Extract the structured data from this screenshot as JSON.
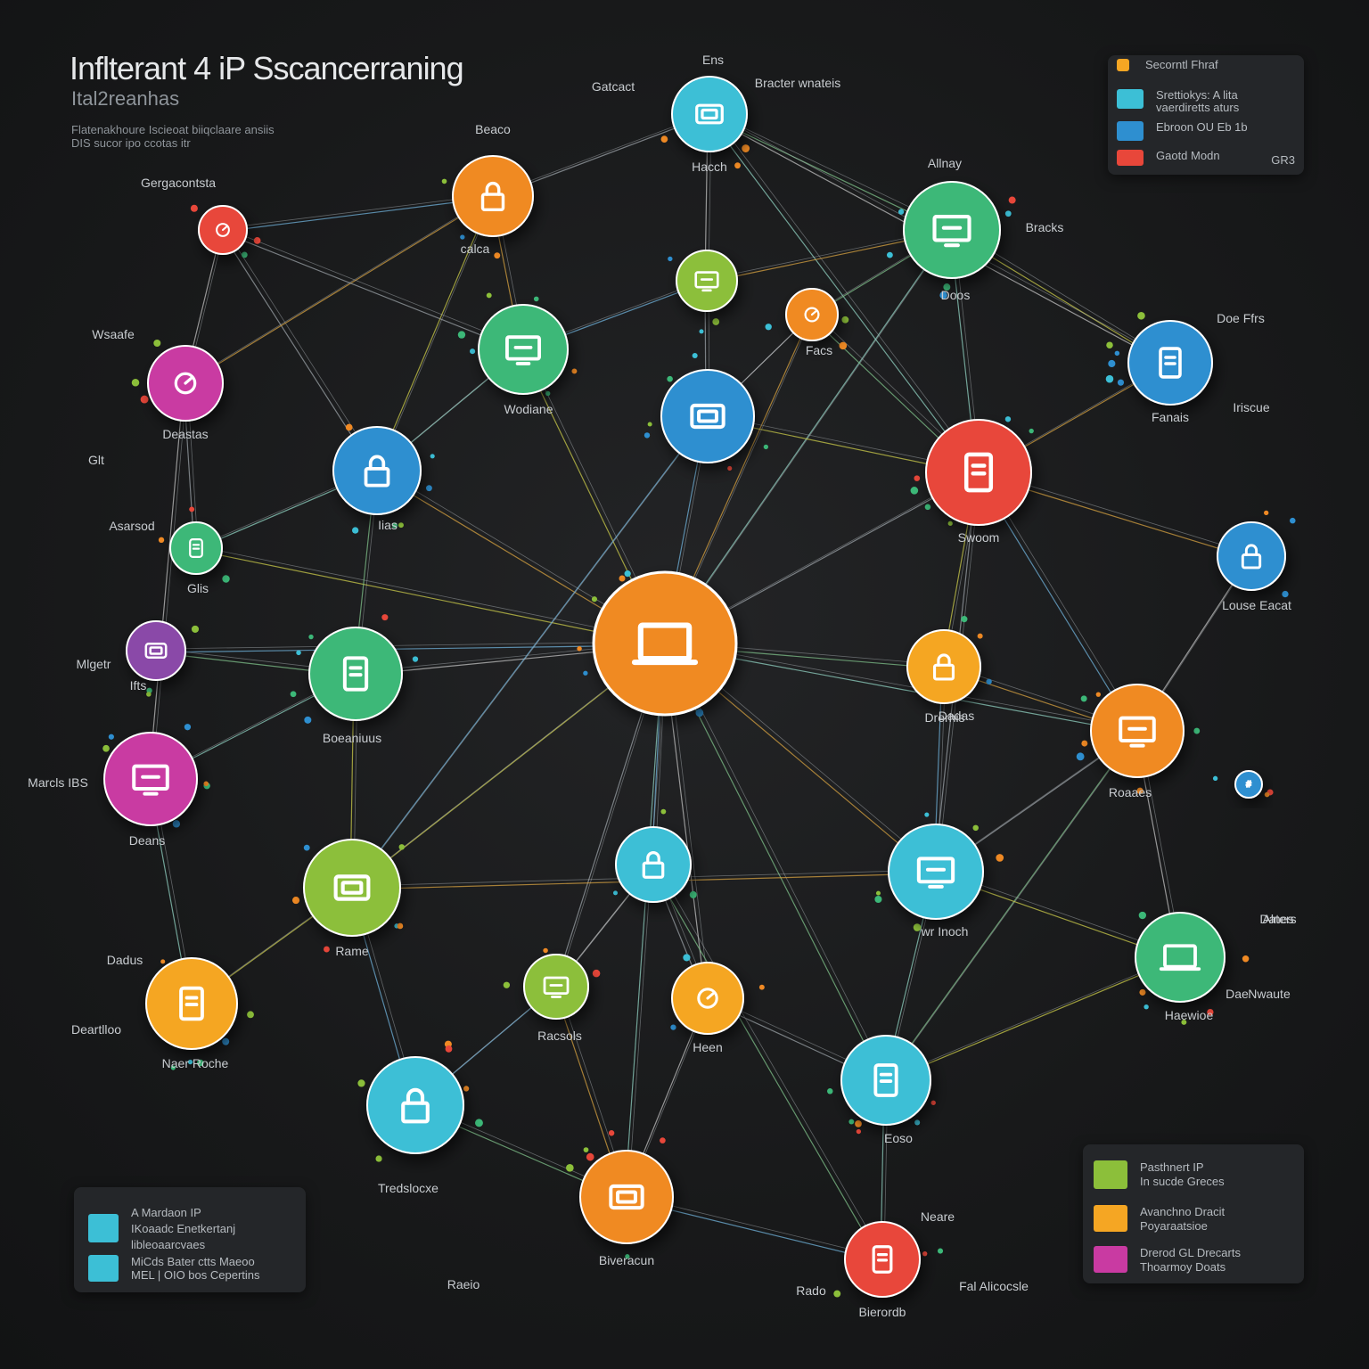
{
  "header": {
    "title": "Inflterant 4 iP Sscancerraning",
    "subtitle": "Ital2reanhas",
    "description_lines": [
      "Flatenakhoure Iscieoat biiqclaare ansiis",
      "DIS sucor ipo ccotas itr"
    ]
  },
  "colors": {
    "background": "#161718",
    "orange": "#f08a24",
    "cyan": "#3cbfd6",
    "blue": "#2e8fd0",
    "green": "#3cb878",
    "lime": "#8cbf3a",
    "red": "#e8473a",
    "magenta": "#c93aa2",
    "purple": "#8a4aa8",
    "amber": "#f5a623"
  },
  "legend_top_right": {
    "items": [
      {
        "label": "Secorntl Fhraf",
        "color": "#f5a623"
      },
      {
        "label": "Srettiokys: A lita\nvaerdiretts aturs",
        "color": "#3cbfd6"
      },
      {
        "label": "Ebroon OU Eb 1b",
        "color": "#2e8fd0"
      },
      {
        "label": "Gaotd Modn",
        "color": "#e8473a"
      }
    ],
    "extra": "GR3"
  },
  "legend_bottom_left": {
    "items": [
      {
        "label": "A Mardaon IP\nIKoaadc Enetkertanj\nlibleoaarcvaes",
        "color": "#3cbfd6"
      },
      {
        "label": "MiCds Bater ctts Maeoo\nMEL | OIO bos Cepertins",
        "color": "#3cbfd6"
      }
    ]
  },
  "legend_bottom_right": {
    "items": [
      {
        "label": "Pasthnert IP\nIn sucde Greces",
        "color": "#8cbf3a"
      },
      {
        "label": "Avanchno Dracit\nPoyaraatsioe",
        "color": "#f5a623"
      },
      {
        "label": "Drerod GL Drecarts\nThoarmoy Doats",
        "color": "#c93aa2"
      }
    ]
  },
  "nodes": [
    {
      "id": "hub",
      "color": "orange",
      "icon": "laptop-icon",
      "label": ""
    },
    {
      "id": "n1",
      "color": "cyan",
      "icon": "device-icon",
      "label": "Hacch"
    },
    {
      "id": "n2",
      "color": "orange",
      "icon": "lock-icon",
      "label": "calca"
    },
    {
      "id": "n3",
      "color": "red",
      "icon": "apple-icon",
      "label": ""
    },
    {
      "id": "n4",
      "color": "green",
      "icon": "monitor-icon",
      "label": ""
    },
    {
      "id": "n5",
      "color": "lime",
      "icon": "screen-icon",
      "label": ""
    },
    {
      "id": "n6",
      "color": "orange",
      "icon": "gauge-icon",
      "label": "Facs"
    },
    {
      "id": "n7",
      "color": "green",
      "icon": "display-icon",
      "label": "Wodiane"
    },
    {
      "id": "n8",
      "color": "blue",
      "icon": "server-icon",
      "label": ""
    },
    {
      "id": "n9",
      "color": "blue",
      "icon": "archive-icon",
      "label": "Fanais"
    },
    {
      "id": "n10",
      "color": "magenta",
      "icon": "chat-icon",
      "label": "Deastas"
    },
    {
      "id": "n11",
      "color": "blue",
      "icon": "lock-icon",
      "label": "Iias"
    },
    {
      "id": "n12",
      "color": "red",
      "icon": "phone-icon",
      "label": "Swoom"
    },
    {
      "id": "n13",
      "color": "green",
      "icon": "tablet-icon",
      "label": "Glis"
    },
    {
      "id": "n14",
      "color": "blue",
      "icon": "lock-icon",
      "label": "Louse Eacat"
    },
    {
      "id": "n15",
      "color": "purple",
      "icon": "router-icon",
      "label": "Ifts"
    },
    {
      "id": "n16",
      "color": "green",
      "icon": "document-icon",
      "label": "Boeaniuus"
    },
    {
      "id": "n17",
      "color": "amber",
      "icon": "lock-icon",
      "label": "Dadas"
    },
    {
      "id": "n18",
      "color": "orange",
      "icon": "screen-icon",
      "label": "Roaaes"
    },
    {
      "id": "n19",
      "color": "magenta",
      "icon": "monitor-icon",
      "label": "Deans"
    },
    {
      "id": "n20",
      "color": "blue",
      "icon": "hash-icon",
      "label": ""
    },
    {
      "id": "n21",
      "color": "lime",
      "icon": "printer-icon",
      "label": "Rame"
    },
    {
      "id": "n22",
      "color": "cyan",
      "icon": "lock-icon",
      "label": ""
    },
    {
      "id": "n23",
      "color": "cyan",
      "icon": "display-icon",
      "label": "wr Inoch"
    },
    {
      "id": "n24",
      "color": "green",
      "icon": "laptop-icon",
      "label": "Haewioe"
    },
    {
      "id": "n25",
      "color": "amber",
      "icon": "file-icon",
      "label": "Naer Roche"
    },
    {
      "id": "n26",
      "color": "lime",
      "icon": "monitor-icon",
      "label": "Racsols"
    },
    {
      "id": "n27",
      "color": "amber",
      "icon": "cloud-icon",
      "label": "Heen"
    },
    {
      "id": "n28",
      "color": "cyan",
      "icon": "lock-icon",
      "label": "Tredslocxe"
    },
    {
      "id": "n29",
      "color": "cyan",
      "icon": "document-icon",
      "label": "Eoso"
    },
    {
      "id": "n30",
      "color": "orange",
      "icon": "router-icon",
      "label": "Biveracun"
    },
    {
      "id": "n31",
      "color": "red",
      "icon": "phone-icon",
      "label": "Bierordb"
    }
  ],
  "floating_labels": [
    "Ens",
    "Gatcact",
    "Bracter wnateis",
    "Beaco",
    "Gergacontsta",
    "Allnay",
    "Bracks",
    "Doos",
    "Doe Ffrs",
    "Wsaafe",
    "Iriscue",
    "Glt",
    "Asarsod",
    "Mlgetr",
    "Marcls IBS",
    "Drerhis",
    "Dadus",
    "Dae",
    "Deartlloo",
    "Alnes",
    "Raeio",
    "Rado",
    "Fal Alicocsle",
    "Neare",
    "Nwaute",
    "Daters"
  ],
  "edges": [
    [
      "hub",
      "n4"
    ],
    [
      "hub",
      "n7"
    ],
    [
      "hub",
      "n8"
    ],
    [
      "hub",
      "n11"
    ],
    [
      "hub",
      "n12"
    ],
    [
      "hub",
      "n16"
    ],
    [
      "hub",
      "n17"
    ],
    [
      "hub",
      "n18"
    ],
    [
      "hub",
      "n21"
    ],
    [
      "hub",
      "n22"
    ],
    [
      "hub",
      "n23"
    ],
    [
      "hub",
      "n26"
    ],
    [
      "hub",
      "n27"
    ],
    [
      "hub",
      "n29"
    ],
    [
      "hub",
      "n30"
    ],
    [
      "hub",
      "n13"
    ],
    [
      "hub",
      "n15"
    ],
    [
      "hub",
      "n6"
    ],
    [
      "n1",
      "n2"
    ],
    [
      "n1",
      "n5"
    ],
    [
      "n1",
      "n4"
    ],
    [
      "n1",
      "n12"
    ],
    [
      "n2",
      "n11"
    ],
    [
      "n2",
      "n3"
    ],
    [
      "n2",
      "n7"
    ],
    [
      "n3",
      "n11"
    ],
    [
      "n3",
      "n10"
    ],
    [
      "n4",
      "n6"
    ],
    [
      "n4",
      "n12"
    ],
    [
      "n4",
      "n9"
    ],
    [
      "n5",
      "n7"
    ],
    [
      "n5",
      "n4"
    ],
    [
      "n5",
      "n8"
    ],
    [
      "n6",
      "n8"
    ],
    [
      "n6",
      "n12"
    ],
    [
      "n7",
      "n11"
    ],
    [
      "n8",
      "n12"
    ],
    [
      "n8",
      "n21"
    ],
    [
      "n9",
      "n12"
    ],
    [
      "n10",
      "n13"
    ],
    [
      "n10",
      "n19"
    ],
    [
      "n11",
      "n16"
    ],
    [
      "n11",
      "n13"
    ],
    [
      "n12",
      "n17"
    ],
    [
      "n12",
      "n18"
    ],
    [
      "n12",
      "n14"
    ],
    [
      "n12",
      "n23"
    ],
    [
      "n14",
      "n18"
    ],
    [
      "n15",
      "n16"
    ],
    [
      "n16",
      "n19"
    ],
    [
      "n16",
      "n21"
    ],
    [
      "n17",
      "n23"
    ],
    [
      "n17",
      "n18"
    ],
    [
      "n18",
      "n23"
    ],
    [
      "n18",
      "n24"
    ],
    [
      "n18",
      "n29"
    ],
    [
      "n19",
      "n25"
    ],
    [
      "n21",
      "n25"
    ],
    [
      "n21",
      "n28"
    ],
    [
      "n21",
      "n23"
    ],
    [
      "n22",
      "n27"
    ],
    [
      "n22",
      "n26"
    ],
    [
      "n22",
      "n31"
    ],
    [
      "n23",
      "n29"
    ],
    [
      "n23",
      "n24"
    ],
    [
      "n26",
      "n28"
    ],
    [
      "n26",
      "n30"
    ],
    [
      "n27",
      "n29"
    ],
    [
      "n27",
      "n30"
    ],
    [
      "n28",
      "n30"
    ],
    [
      "n29",
      "n31"
    ],
    [
      "n29",
      "n24"
    ],
    [
      "n30",
      "n31"
    ],
    [
      "n2",
      "n10"
    ],
    [
      "n3",
      "n7"
    ],
    [
      "n1",
      "n9"
    ]
  ]
}
